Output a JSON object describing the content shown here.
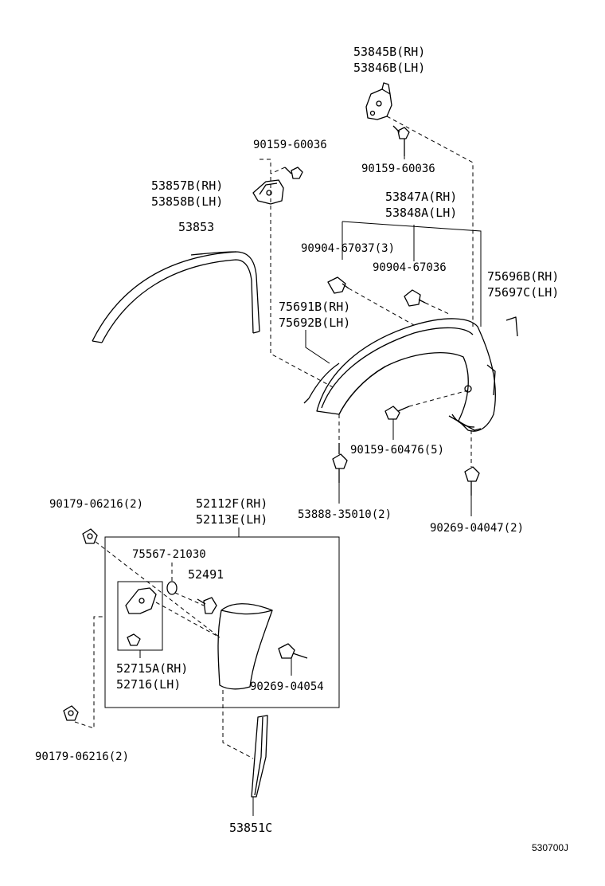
{
  "labels": {
    "p53845B": "53845B(RH)",
    "p53846B": "53846B(LH)",
    "p90159_60036_a": "90159-60036",
    "p90159_60036_b": "90159-60036",
    "p53857B": "53857B(RH)",
    "p53858B": "53858B(LH)",
    "p53847A": "53847A(RH)",
    "p53848A": "53848A(LH)",
    "p53853": "53853",
    "p90904_67037": "90904-67037(3)",
    "p90904_67036": "90904-67036",
    "p75696B": "75696B(RH)",
    "p75697C": "75697C(LH)",
    "p75691B": "75691B(RH)",
    "p75692B": "75692B(LH)",
    "p90159_60476": "90159-60476(5)",
    "p53888": "53888-35010(2)",
    "p90269_04047": "90269-04047(2)",
    "p90179_06216_a": "90179-06216(2)",
    "p52112F": "52112F(RH)",
    "p52113E": "52113E(LH)",
    "p75567": "75567-21030",
    "p52491": "52491",
    "p52715A": "52715A(RH)",
    "p52716": "52716(LH)",
    "p90269_04054": "90269-04054",
    "p90179_06216_b": "90179-06216(2)",
    "p53851C": "53851C"
  },
  "diagram_ref": "530700J"
}
